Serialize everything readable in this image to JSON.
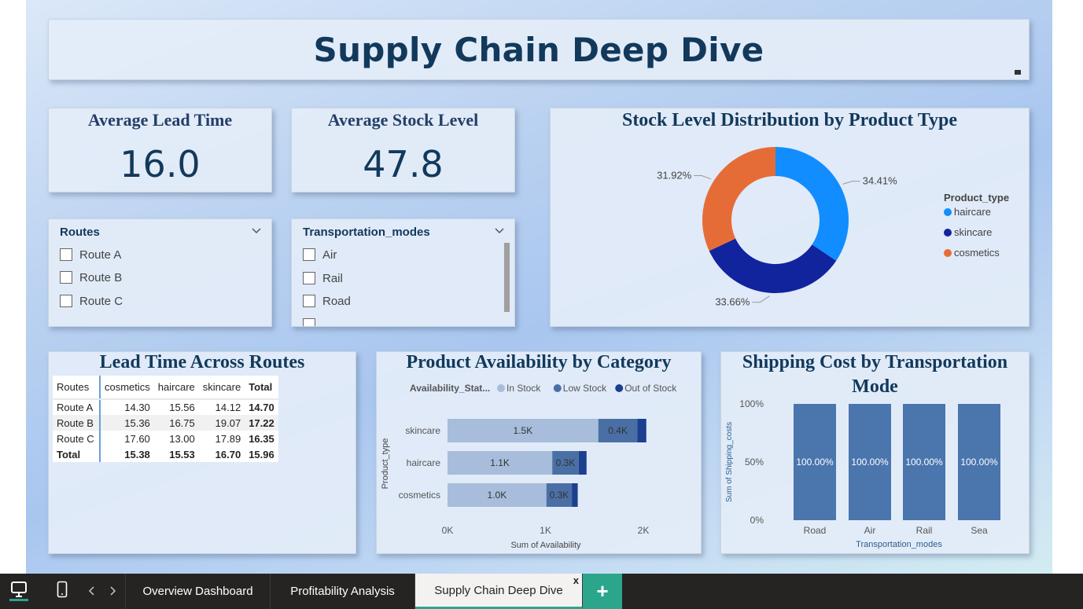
{
  "report": {
    "title": "Supply Chain Deep Dive"
  },
  "kpis": [
    {
      "label": "Average Lead Time",
      "value": "16.0"
    },
    {
      "label": "Average Stock Level",
      "value": "47.8"
    }
  ],
  "slicers": {
    "routes": {
      "header": "Routes",
      "options": [
        "Route A",
        "Route B",
        "Route C"
      ]
    },
    "transport": {
      "header": "Transportation_modes",
      "options": [
        "Air",
        "Rail",
        "Road"
      ]
    }
  },
  "chart_data": [
    {
      "type": "pie",
      "title": "Stock Level Distribution by Product Type",
      "legend_title": "Product_type",
      "legend_position": "right",
      "categories": [
        "haircare",
        "skincare",
        "cosmetics"
      ],
      "values": [
        34.41,
        33.66,
        31.92
      ],
      "labels": [
        "34.41%",
        "33.66%",
        "31.92%"
      ],
      "colors": [
        "#118dff",
        "#12239e",
        "#e66c37"
      ],
      "donut": true
    },
    {
      "type": "table",
      "title": "Lead Time Across Routes",
      "columns": [
        "Routes",
        "cosmetics",
        "haircare",
        "skincare",
        "Total"
      ],
      "rows": [
        [
          "Route A",
          "14.30",
          "15.56",
          "14.12",
          "14.70"
        ],
        [
          "Route B",
          "15.36",
          "16.75",
          "19.07",
          "17.22"
        ],
        [
          "Route C",
          "17.60",
          "13.00",
          "17.89",
          "16.35"
        ],
        [
          "Total",
          "15.38",
          "15.53",
          "16.70",
          "15.96"
        ]
      ]
    },
    {
      "type": "bar",
      "orientation": "horizontal",
      "stacked": true,
      "title": "Product Availability by Category",
      "legend_title": "Availability_Stat...",
      "legend_position": "top",
      "categories": [
        "skincare",
        "haircare",
        "cosmetics"
      ],
      "xlabel": "Sum of Availability",
      "ylabel": "Product_type",
      "xlim": [
        0,
        2000
      ],
      "xticks": [
        "0K",
        "1K",
        "2K"
      ],
      "series": [
        {
          "name": "In Stock",
          "color": "#a7bddb",
          "values": [
            1540,
            1070,
            1010
          ],
          "labels": [
            "1.5K",
            "1.1K",
            "1.0K"
          ]
        },
        {
          "name": "Low Stock",
          "color": "#4a6fa5",
          "values": [
            400,
            270,
            260
          ],
          "labels": [
            "0.4K",
            "0.3K",
            "0.3K"
          ]
        },
        {
          "name": "Out of Stock",
          "color": "#1d3f8f",
          "values": [
            90,
            80,
            60
          ],
          "labels": [
            "",
            "",
            ""
          ]
        }
      ]
    },
    {
      "type": "bar",
      "stacked": true,
      "title": "Shipping Cost by Transportation Mode",
      "categories": [
        "Road",
        "Air",
        "Rail",
        "Sea"
      ],
      "values": [
        100,
        100,
        100,
        100
      ],
      "labels": [
        "100.00%",
        "100.00%",
        "100.00%",
        "100.00%"
      ],
      "ylabel": "Sum of Shipping_costs",
      "xlabel": "Transportation_modes",
      "ylim": [
        0,
        100
      ],
      "yticks": [
        "0%",
        "50%",
        "100%"
      ],
      "color": "#4a75ad"
    }
  ],
  "taskbar": {
    "tabs": [
      "Overview Dashboard",
      "Profitability Analysis",
      "Supply Chain Deep Dive"
    ],
    "close_glyph": "x",
    "add_glyph": "+"
  }
}
